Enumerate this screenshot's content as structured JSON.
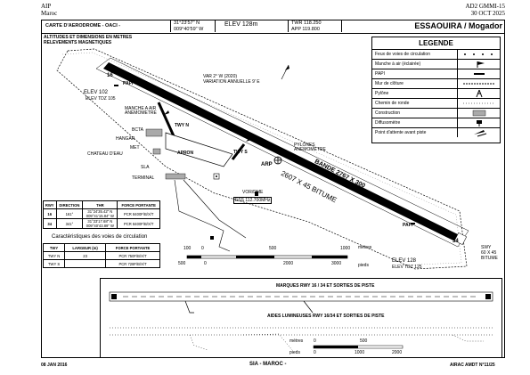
{
  "header": {
    "aip": "AIP",
    "country": "Maroc",
    "doc_ref": "AD2 GMMI-15",
    "doc_date": "30 OCT 2025"
  },
  "title_bar": {
    "chart_title": "CARTE D'AERODROME - OACI -",
    "lat": "31°23'57\" N",
    "lon": "009°40'59\" W",
    "elev": "ELEV 128m",
    "twr": "TWR 118.250",
    "app": "APP 119.800",
    "aerodrome": "ESSAOUIRA / Mogador"
  },
  "notes": {
    "alt_line1": "ALTITUDES ET DIMENSIONS EN METRES",
    "alt_line2": "RELEVEMENTS MAGNETIQUES",
    "var_line1": "VAR 2° W (2020)",
    "var_line2": "VARIATION ANNUELLE 9' E"
  },
  "map_labels": {
    "papi_nw": "PAPI",
    "elev_102": "ELEV 102",
    "elev_tdz_nw": "ELEV TDZ 105",
    "manche": "MANCHE A AIR",
    "anemometre": "ANEMOMETRE",
    "twy_n": "TWY N",
    "bcta": "BCTA",
    "hangar": "HANGAR",
    "met": "MET",
    "chateau": "CHATEAU D'EAU",
    "apron": "APRON",
    "sla": "SLA",
    "terminal": "TERMINAL",
    "pylones": "PYLONES",
    "anemometre2": "ANEMOMETRE",
    "twy_s": "TWY S",
    "arp": "ARP",
    "bande": "BANDE 2767 X 300",
    "rwy_dims": "2607 X 45  BITUME",
    "vor": "VOR/DME",
    "ess": "ESS  112.700MHz",
    "papi_se": "PAPI",
    "elev_128": "ELEV 128",
    "elev_tdz_se": "ELEV TDZ 125",
    "swy": "SWY",
    "swy_dims": "60 X 45",
    "swy_surf": "BITUME",
    "rwy_16": "16",
    "rwy_34": "34"
  },
  "legend": {
    "title": "LEGENDE",
    "items": [
      "Feux de voies de circulation",
      "Manche à air (éclairée)",
      "PAPI",
      "Mur de clôture",
      "Pylône",
      "Chemin de ronde",
      "Construction",
      "Diffusomètre",
      "Point d'attente avant piste"
    ]
  },
  "rwy_table": {
    "headers": [
      "RWY",
      "DIRECTION",
      "THR",
      "FORCE PORTANTE"
    ],
    "rows": [
      [
        "16",
        "161°",
        "31°24'35.42\" N\n009°41'15.84\" W",
        "PCR 8400F/B/X/T"
      ],
      [
        "34",
        "341°",
        "31°23'17.68\" N\n009°40'43.89\" W",
        "PCR 8400F/B/X/T"
      ]
    ]
  },
  "twy_table": {
    "title": "Caractéristiques des voies de circulation",
    "headers": [
      "TWY",
      "LARGEUR (m)",
      "FORCE PORTANTE"
    ],
    "rows": [
      [
        "TWY N",
        "23",
        "PCR 750F/B/X/T"
      ],
      [
        "TWY S",
        "",
        "PCR 728F/B/X/T"
      ]
    ]
  },
  "scale_main": {
    "metres_ticks": [
      "100",
      "0",
      "500",
      "1000"
    ],
    "metres_label": "mètres",
    "pieds_ticks": [
      "500",
      "0",
      "2000",
      "3000"
    ],
    "pieds_label": "pieds"
  },
  "inset": {
    "title1": "MARQUES RWY 16 / 34  ET SORTIES DE PISTE",
    "title2": "AIDES LUMINEUSES RWY 16/34  ET SORTIES DE PISTE",
    "metres_label": "mètres",
    "metres_ticks": [
      "0",
      "500"
    ],
    "pieds_label": "pieds",
    "pieds_ticks": [
      "0",
      "1000",
      "2000"
    ]
  },
  "footer": {
    "date": "08 JAN 2016",
    "center": "SIA - MAROC -",
    "amdt": "AIRAC AMDT N°11/25"
  }
}
